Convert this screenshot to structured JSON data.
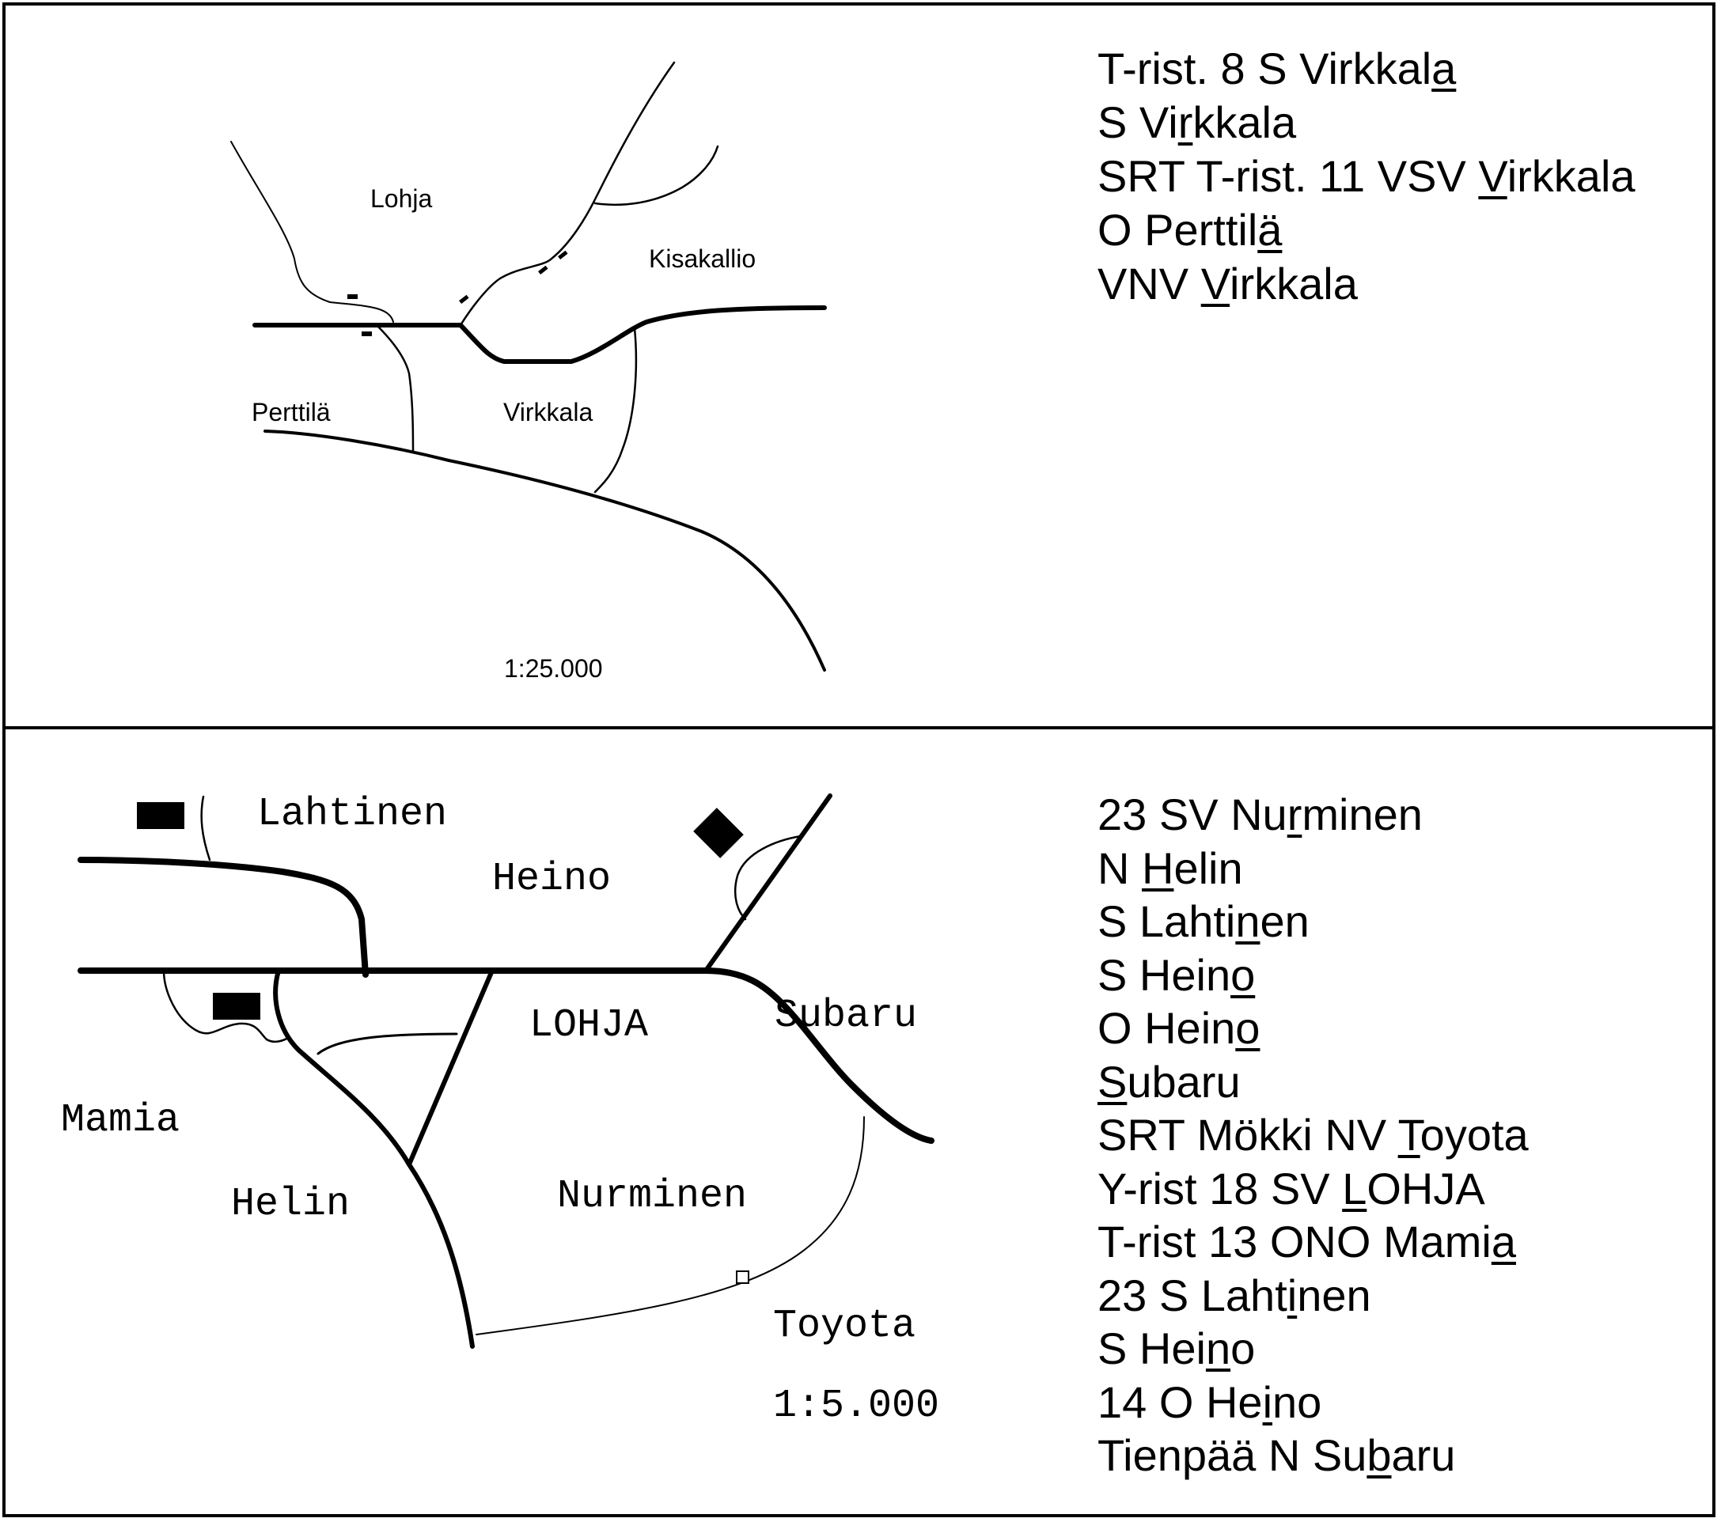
{
  "top_panel": {
    "labels": {
      "lohja": "Lohja",
      "kisakallio": "Kisakallio",
      "perttila": "Perttilä",
      "virkkala": "Virkkala",
      "scale": "1:25.000"
    },
    "directions": [
      {
        "text": "T-rist. 8 S Virkkala",
        "underline": 19
      },
      {
        "text": "S Virkkala",
        "underline": 4
      },
      {
        "text": "SRT T-rist. 11 VSV Virkkala",
        "underline": 19
      },
      {
        "text": "O Perttilä",
        "underline": 9
      },
      {
        "text": "VNV Virkkala",
        "underline": 4
      }
    ]
  },
  "bottom_panel": {
    "labels": {
      "lahtinen": "Lahtinen",
      "heino": "Heino",
      "lohja": "LOHJA",
      "subaru": "Subaru",
      "mamia": "Mamia",
      "helin": "Helin",
      "nurminen": "Nurminen",
      "toyota": "Toyota",
      "scale": "1:5.000"
    },
    "directions": [
      {
        "text": "23 SV Nurminen",
        "underline": 8
      },
      {
        "text": "N Helin",
        "underline": 2
      },
      {
        "text": "S Lahtinen",
        "underline": 7
      },
      {
        "text": "S Heino",
        "underline": 6
      },
      {
        "text": "O Heino",
        "underline": 6
      },
      {
        "text": "Subaru",
        "underline": 0
      },
      {
        "text": "SRT Mökki NV Toyota",
        "underline": 13
      },
      {
        "text": "Y-rist 18 SV LOHJA",
        "underline": 13
      },
      {
        "text": "T-rist 13 ONO Mamia",
        "underline": 18
      },
      {
        "text": "23 S Lahtinen",
        "underline": 9
      },
      {
        "text": "S Heino",
        "underline": 5
      },
      {
        "text": "14 O Heino",
        "underline": 7
      },
      {
        "text": "Tienpää N Subaru",
        "underline": 12
      }
    ]
  }
}
